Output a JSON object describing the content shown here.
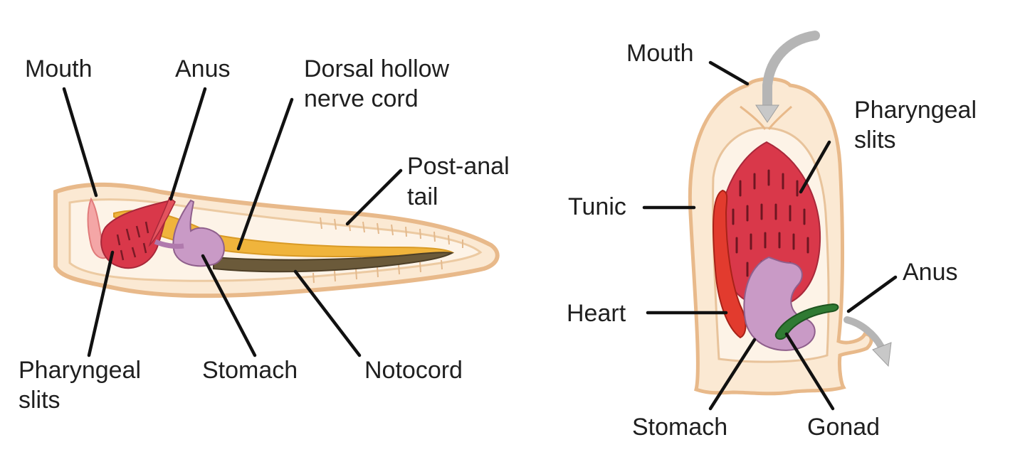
{
  "diagrams": {
    "larva": {
      "labels": {
        "mouth": "Mouth",
        "anus": "Anus",
        "nerve_cord_line1": "Dorsal hollow",
        "nerve_cord_line2": "nerve cord",
        "tail_line1": "Post-anal",
        "tail_line2": "tail",
        "slits_line1": "Pharyngeal",
        "slits_line2": "slits",
        "stomach": "Stomach",
        "notocord": "Notocord"
      }
    },
    "adult": {
      "labels": {
        "mouth": "Mouth",
        "slits_line1": "Pharyngeal",
        "slits_line2": "slits",
        "tunic": "Tunic",
        "anus": "Anus",
        "heart": "Heart",
        "stomach": "Stomach",
        "gonad": "Gonad"
      }
    }
  },
  "colors": {
    "body_outline": "#e8b98a",
    "body_fill": "#fbe9d3",
    "inner_fill": "#fdf3e7",
    "pharynx_red": "#d9384a",
    "stomach_purple": "#c99ac6",
    "nerve_cord_yellow": "#f0b43c",
    "notocord_olive": "#6b5a3a",
    "heart_red": "#e23b2e",
    "gonad_green": "#2f7a33",
    "arrow_gray": "#c8c8c8"
  }
}
